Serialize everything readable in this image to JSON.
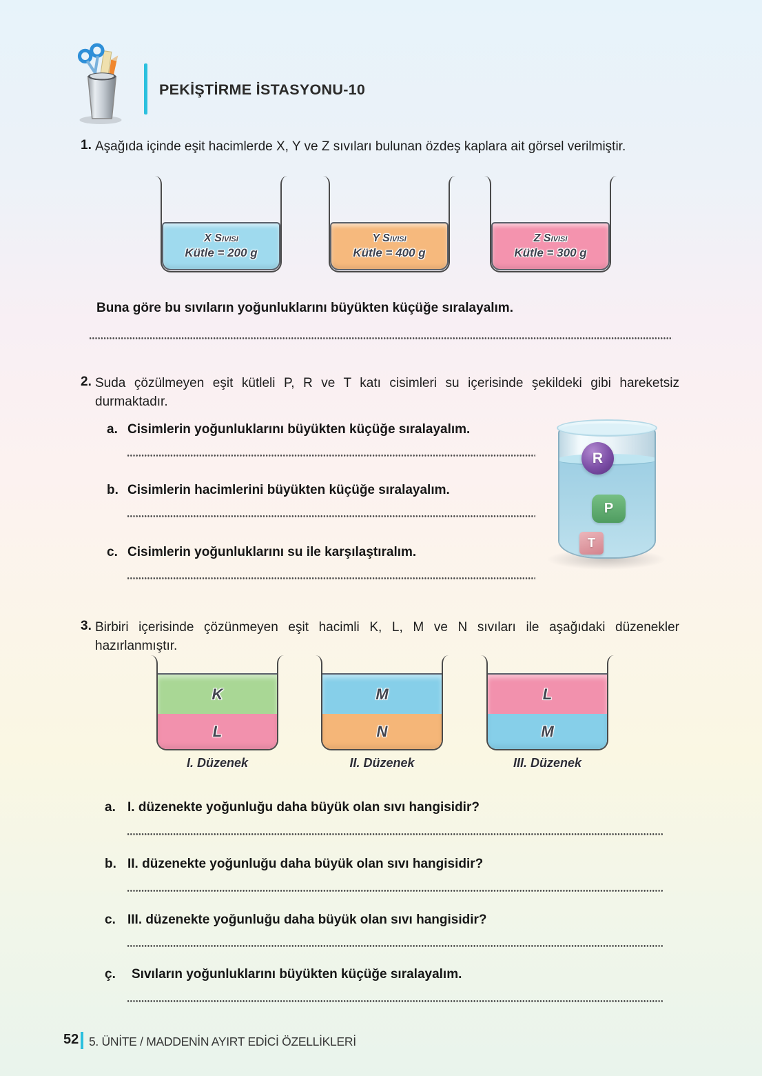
{
  "header": {
    "title": "PEKİŞTİRME İSTASYONU-10"
  },
  "q1": {
    "number": "1.",
    "text": "Aşağıda içinde eşit hacimlerde X, Y ve Z sıvıları bulunan özdeş kaplara ait görsel verilmiştir.",
    "beakers": [
      {
        "name": "X Sıvısı",
        "mass": "Kütle = 200 g",
        "color": "#9fdaee"
      },
      {
        "name": "Y Sıvısı",
        "mass": "Kütle = 400 g",
        "color": "#f6b97d"
      },
      {
        "name": "Z Sıvısı",
        "mass": "Kütle = 300 g",
        "color": "#f493ae"
      }
    ],
    "prompt": "Buna göre bu sıvıların yoğunluklarını büyükten küçüğe sıralayalım."
  },
  "q2": {
    "number": "2.",
    "text": "Suda çözülmeyen eşit kütleli P, R ve T katı cisimleri su içerisinde şekildeki gibi hareketsiz durmaktadır.",
    "items": [
      {
        "letter": "a.",
        "text": "Cisimlerin yoğunluklarını büyükten küçüğe sıralayalım."
      },
      {
        "letter": "b.",
        "text": "Cisimlerin hacimlerini büyükten küçüğe sıralayalım."
      },
      {
        "letter": "c.",
        "text": "Cisimlerin yoğunluklarını su ile karşılaştıralım."
      }
    ],
    "figure": {
      "objects": [
        {
          "label": "R",
          "shape": "sphere",
          "color": "#7c4ea6"
        },
        {
          "label": "P",
          "shape": "cylinder",
          "color": "#4f9c60"
        },
        {
          "label": "T",
          "shape": "cube",
          "color": "#d3838d"
        }
      ]
    }
  },
  "q3": {
    "number": "3.",
    "text": "Birbiri içerisinde çözünmeyen eşit hacimli K, L, M ve N sıvıları ile aşağıdaki düzenekler hazırlanmıştır.",
    "setups": [
      {
        "caption": "I. Düzenek",
        "top": {
          "label": "K",
          "color": "#a9d795"
        },
        "bottom": {
          "label": "L",
          "color": "#f291ad"
        }
      },
      {
        "caption": "II. Düzenek",
        "top": {
          "label": "M",
          "color": "#86cfe9"
        },
        "bottom": {
          "label": "N",
          "color": "#f5b678"
        }
      },
      {
        "caption": "III. Düzenek",
        "top": {
          "label": "L",
          "color": "#f291ad"
        },
        "bottom": {
          "label": "M",
          "color": "#86cfe9"
        }
      }
    ],
    "items": [
      {
        "letter": "a.",
        "text": "I. düzenekte yoğunluğu daha büyük olan sıvı hangisidir?"
      },
      {
        "letter": "b.",
        "text": "II. düzenekte yoğunluğu daha büyük olan sıvı hangisidir?"
      },
      {
        "letter": "c.",
        "text": "III. düzenekte yoğunluğu daha büyük olan sıvı hangisidir?"
      },
      {
        "letter": "ç.",
        "text": "Sıvıların yoğunluklarını büyükten küçüğe sıralayalım."
      }
    ]
  },
  "footer": {
    "page_number": "52",
    "unit": "5. ÜNİTE / MADDENİN AYIRT EDİCİ ÖZELLİKLERİ"
  },
  "accent": {
    "cyan": "#2cc0de"
  }
}
